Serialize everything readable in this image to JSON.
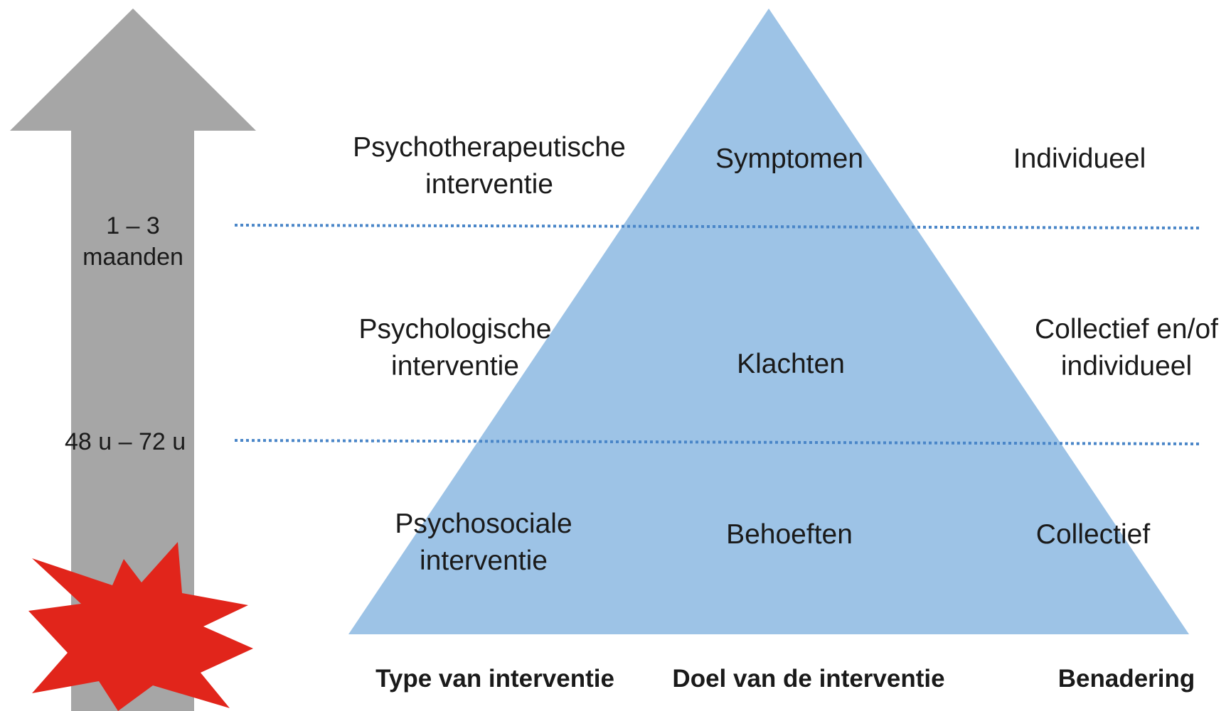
{
  "colors": {
    "arrow": "#a6a6a6",
    "pyramid": "#9dc3e6",
    "divider": "#4a86c8",
    "burst": "#e1251b",
    "text": "#1a1a1a"
  },
  "timeline": {
    "mark_top": [
      "1 – 3",
      "maanden"
    ],
    "mark_bottom": "48 u – 72 u"
  },
  "levels": [
    {
      "type": [
        "Psychotherapeutische",
        "interventie"
      ],
      "goal": "Symptomen",
      "approach": [
        "Individueel"
      ]
    },
    {
      "type": [
        "Psychologische",
        "interventie"
      ],
      "goal": "Klachten",
      "approach": [
        "Collectief en/of",
        "individueel"
      ]
    },
    {
      "type": [
        "Psychosociale",
        "interventie"
      ],
      "goal": "Behoeften",
      "approach": [
        "Collectief"
      ]
    }
  ],
  "footer": {
    "type": "Type van interventie",
    "goal": "Doel van de interventie",
    "approach": "Benadering"
  }
}
